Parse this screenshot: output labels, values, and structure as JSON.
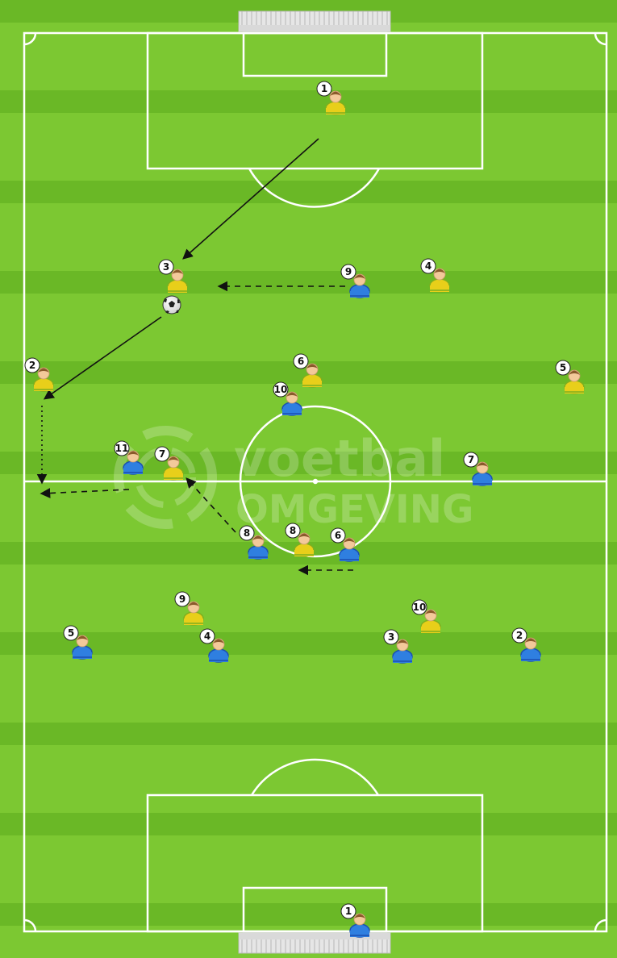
{
  "watermark": {
    "line1": "voetbal",
    "line2": "OMGEVING"
  },
  "colors": {
    "grass_light": "#7cc832",
    "grass_dark": "#6ab826",
    "lines": "#ffffff",
    "team_yellow_shirt": "#e8cf1a",
    "team_yellow_trim": "#7fae1e",
    "team_blue_shirt": "#2f7fe0",
    "team_blue_trim": "#1b4fb0",
    "skin": "#f3c99a",
    "hair": "#8a5a2b",
    "arrow": "#111111"
  },
  "icons": {
    "player": "player-icon",
    "ball": "soccer-ball-icon"
  },
  "players": [
    {
      "team": "yellow",
      "number": "1"
    },
    {
      "team": "yellow",
      "number": "3"
    },
    {
      "team": "blue",
      "number": "9"
    },
    {
      "team": "yellow",
      "number": "4"
    },
    {
      "team": "yellow",
      "number": "2"
    },
    {
      "team": "yellow",
      "number": "6"
    },
    {
      "team": "blue",
      "number": "10"
    },
    {
      "team": "yellow",
      "number": "5"
    },
    {
      "team": "blue",
      "number": "11"
    },
    {
      "team": "yellow",
      "number": "7"
    },
    {
      "team": "blue",
      "number": "7"
    },
    {
      "team": "blue",
      "number": "8"
    },
    {
      "team": "yellow",
      "number": "8"
    },
    {
      "team": "blue",
      "number": "6"
    },
    {
      "team": "yellow",
      "number": "9"
    },
    {
      "team": "yellow",
      "number": "10"
    },
    {
      "team": "blue",
      "number": "5"
    },
    {
      "team": "blue",
      "number": "4"
    },
    {
      "team": "blue",
      "number": "3"
    },
    {
      "team": "blue",
      "number": "2"
    },
    {
      "team": "blue",
      "number": "1"
    }
  ],
  "arrows": [
    {
      "kind": "pass",
      "style": "solid"
    },
    {
      "kind": "pass",
      "style": "solid"
    },
    {
      "kind": "run",
      "style": "dashed"
    },
    {
      "kind": "dribble",
      "style": "dotted"
    },
    {
      "kind": "run",
      "style": "dashed"
    },
    {
      "kind": "run",
      "style": "dashed"
    },
    {
      "kind": "run",
      "style": "dashed"
    }
  ]
}
